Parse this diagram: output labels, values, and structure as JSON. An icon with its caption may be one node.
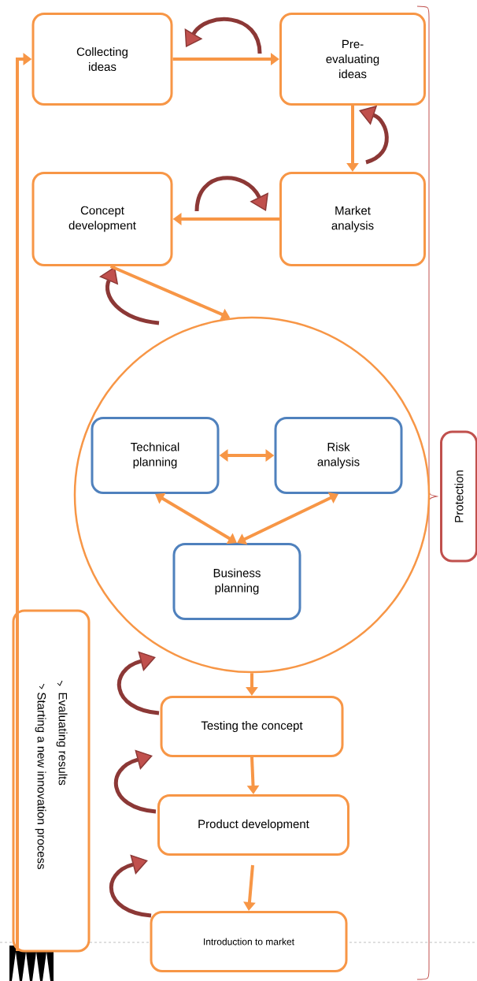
{
  "diagram": {
    "nodes": [
      {
        "text": [
          "Collecting ideas"
        ]
      },
      {
        "text": [
          "Pre-evaluating ideas"
        ]
      },
      {
        "text": [
          "Market analysis"
        ]
      },
      {
        "text": [
          "Concept development"
        ]
      },
      {
        "text": [],
        "shape": "circle"
      },
      {
        "text": [
          "Technical planning"
        ],
        "in": 4
      },
      {
        "text": [
          "Risk analysis"
        ],
        "in": 4
      },
      {
        "text": [
          "Business planning"
        ],
        "in": 4
      },
      {
        "text": [
          "Testing the concept"
        ]
      },
      {
        "text": [
          "Product development"
        ]
      },
      {
        "text": [
          "Introduction to market"
        ]
      },
      {
        "text": [
          "Evaluating results",
          "Starting a new innovation process"
        ]
      },
      {
        "text": [
          "Protection"
        ]
      }
    ],
    "edges": [
      {
        "from": 0,
        "to": 1,
        "arrow": "to"
      },
      {
        "from": 1,
        "to": 2,
        "arrow": "to"
      },
      {
        "from": 2,
        "to": 3,
        "arrow": "to"
      },
      {
        "from": 3,
        "to": 4,
        "arrow": "to"
      },
      {
        "from": 5,
        "to": 6,
        "arrow": "both"
      },
      {
        "from": 5,
        "to": 7,
        "arrow": "both"
      },
      {
        "from": 6,
        "to": 7,
        "arrow": "both"
      },
      {
        "from": 4,
        "to": 8,
        "arrow": "to"
      },
      {
        "from": 8,
        "to": 9,
        "arrow": "to"
      },
      {
        "from": 9,
        "to": 10,
        "arrow": "to"
      },
      {
        "from": 11,
        "to": 0,
        "arrow": "to"
      }
    ]
  }
}
